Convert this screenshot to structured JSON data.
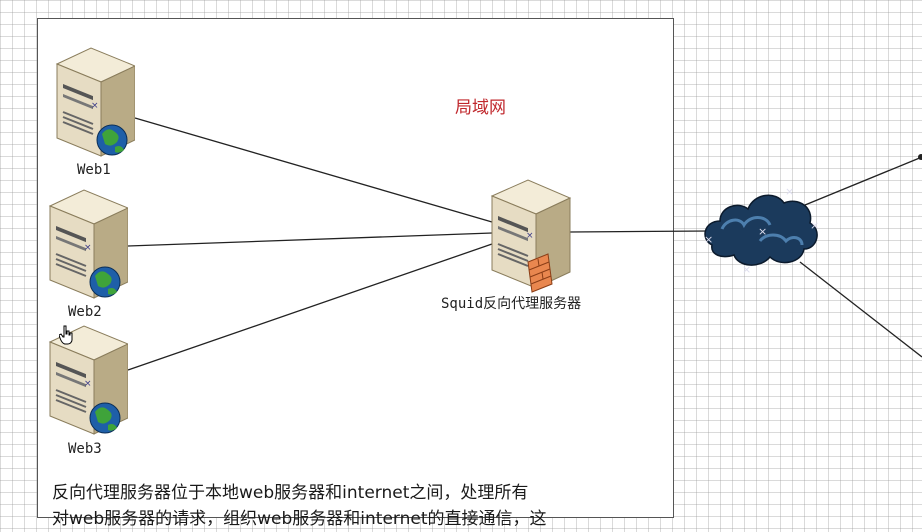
{
  "diagram": {
    "title": "局域网",
    "nodes": {
      "web1": {
        "label": "Web1"
      },
      "web2": {
        "label": "Web2"
      },
      "web3": {
        "label": "Web3"
      },
      "proxy": {
        "label": "Squid反向代理服务器"
      },
      "internet": {
        "label": ""
      }
    },
    "description": [
      "反向代理服务器位于本地web服务器和internet之间，处理所有",
      "对web服务器的请求，组织web服务器和internet的直接通信，这"
    ]
  },
  "colors": {
    "title": "#c0282d",
    "server_body": "#e6dcc3",
    "cloud": "#1b3a5c",
    "lines": "#222222"
  }
}
